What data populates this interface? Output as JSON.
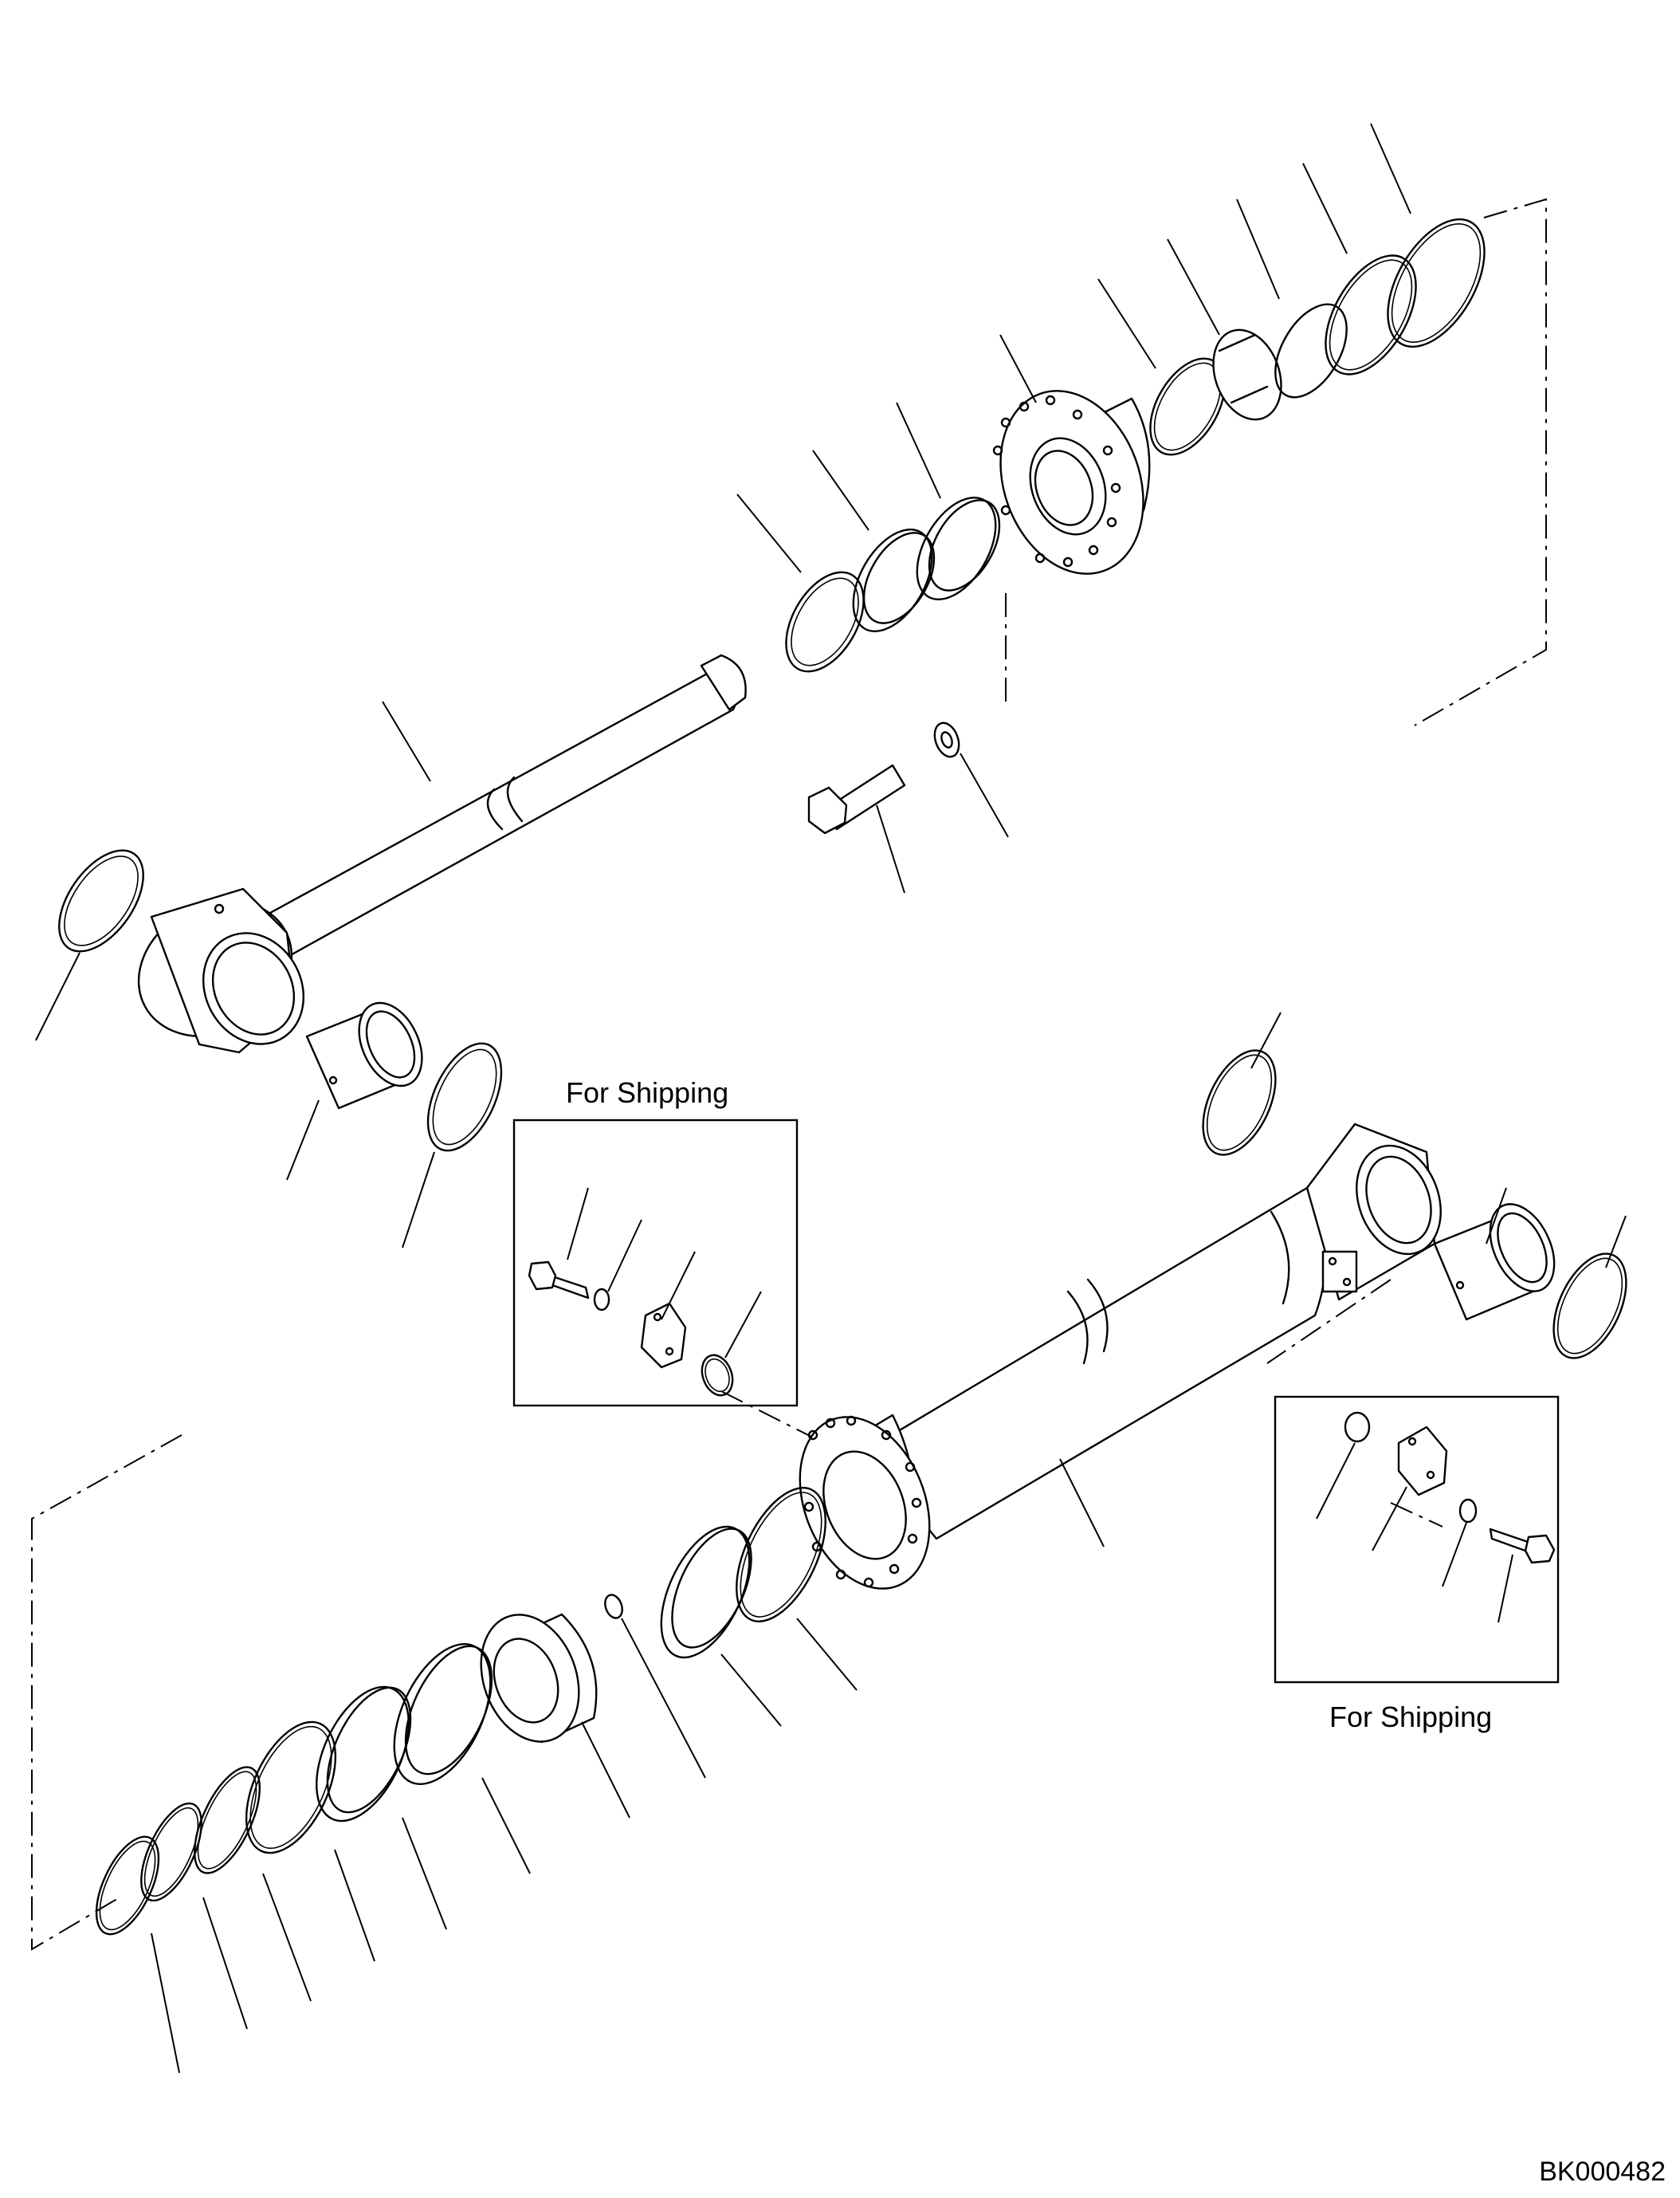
{
  "diagram": {
    "title": "",
    "labels": {
      "shipping_top": "For Shipping",
      "shipping_bottom": "For Shipping"
    },
    "drawing_code": "BK000482"
  }
}
